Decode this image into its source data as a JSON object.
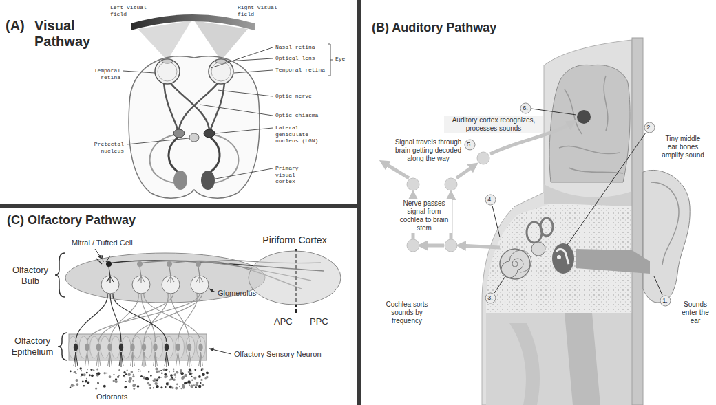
{
  "diagram": {
    "nodes": [
      {
        "text": [
          "(A)",
          "Visual Pathway"
        ]
      },
      {
        "text": [
          "(B) Auditory Pathway"
        ]
      },
      {
        "text": [
          "1."
        ],
        "in": 1
      },
      {
        "text": [
          "2."
        ],
        "in": 1
      },
      {
        "text": [
          "3."
        ],
        "in": 1
      },
      {
        "text": [
          "4."
        ],
        "in": 1
      },
      {
        "text": [
          "5."
        ],
        "in": 1
      },
      {
        "text": [
          "6."
        ],
        "in": 1
      },
      {
        "text": [
          "(C) Olfactory Pathway"
        ]
      },
      {
        "text": [
          "Piriform Cortex"
        ],
        "in": 8
      }
    ],
    "labels": [
      "Left visual field",
      "Right visual field",
      "Nasal retina",
      "Optical lens",
      "Temporal retina",
      "Eye",
      "Temporal retina",
      "Optic nerve",
      "Optic chiasma",
      "Lateral geniculate nucleus (LGN)",
      "Pretectal nucleus",
      "Primary visual cortex",
      "Auditory cortex recognizes, processes sounds",
      "Tiny middle ear bones amplify sound",
      "Signal travels through brain getting decoded along the way",
      "Nerve passes signal from cochlea to brain stem",
      "Cochlea sorts sounds by frequency",
      "Sounds enter the ear",
      "Mitral / Tufted Cell",
      "Olfactory Bulb",
      "Glomerulus",
      "Olfactory Epithelium",
      "Olfactory Sensory Neuron",
      "Odorants",
      "APC",
      "PPC"
    ]
  }
}
